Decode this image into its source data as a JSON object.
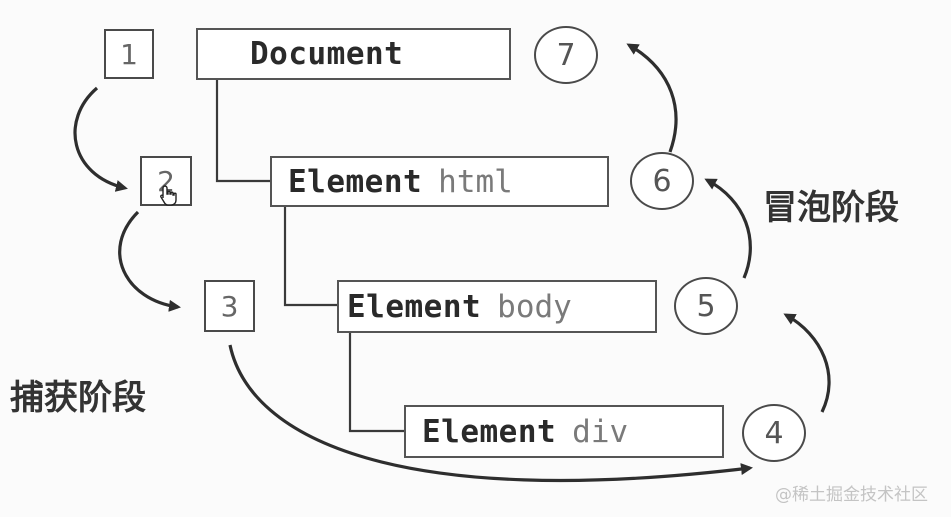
{
  "nodes": {
    "document": {
      "keyword": "Document",
      "tag": ""
    },
    "html": {
      "keyword": "Element",
      "tag": "html"
    },
    "body": {
      "keyword": "Element",
      "tag": "body"
    },
    "div": {
      "keyword": "Element",
      "tag": "div"
    }
  },
  "capture_steps": [
    "1",
    "2",
    "3"
  ],
  "bubble_steps": [
    "4",
    "5",
    "6",
    "7"
  ],
  "labels": {
    "capture_phase": "捕获阶段",
    "bubble_phase": "冒泡阶段"
  },
  "watermark": "@稀土掘金技术社区",
  "colors": {
    "line": "#333333",
    "box_border": "#555555",
    "background": "#fbfbfb"
  },
  "icons": {
    "cursor": "hand-pointer-icon"
  }
}
